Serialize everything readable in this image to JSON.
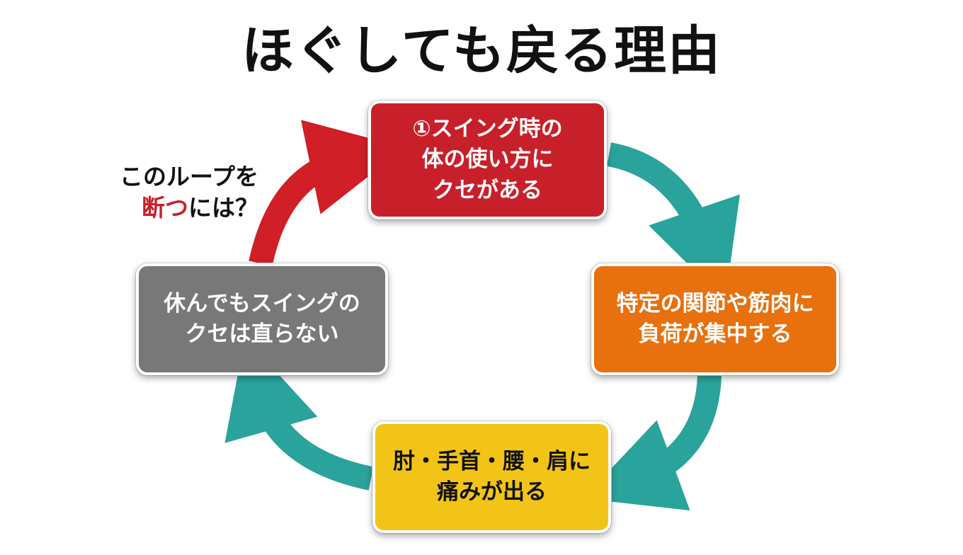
{
  "title": "ほぐしても戻る理由",
  "colors": {
    "red": "#c8202a",
    "orange": "#e8700d",
    "yellow": "#f2c417",
    "gray": "#787878",
    "teal": "#2aa39c",
    "arrow_red": "#d01f26"
  },
  "steps": [
    {
      "text": "①スイング時の\n体の使い方に\nクセがある",
      "color": "#c8202a"
    },
    {
      "text": "特定の関節や筋肉に\n負荷が集中する",
      "color": "#e8700d"
    },
    {
      "text": "肘・手首・腰・肩に\n痛みが出る",
      "color": "#f2c417"
    },
    {
      "text": "休んでもスイングの\nクセは直らない",
      "color": "#787878"
    }
  ],
  "side_note": {
    "line1": "このループを",
    "accent": "断つ",
    "rest": "には？"
  }
}
